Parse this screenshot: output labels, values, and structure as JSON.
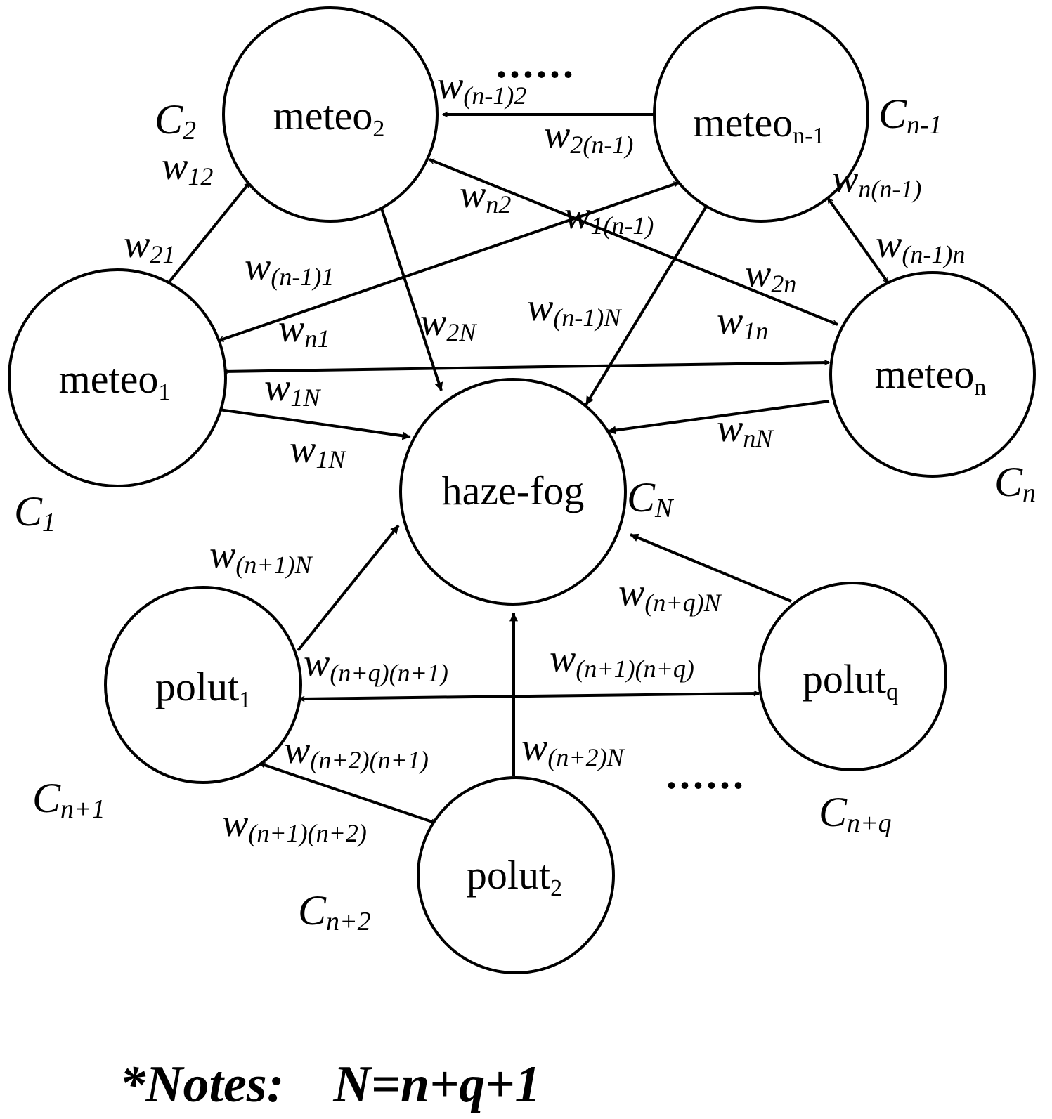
{
  "nodes": [
    {
      "id": "meteo1",
      "base": "meteo",
      "sub": "1"
    },
    {
      "id": "meteo2",
      "base": "meteo",
      "sub": "2"
    },
    {
      "id": "meteon1",
      "base": "meteo",
      "sub": "n-1"
    },
    {
      "id": "meteon",
      "base": "meteo",
      "sub": "n"
    },
    {
      "id": "hazefog",
      "base": "haze-fog",
      "sub": ""
    },
    {
      "id": "polut1",
      "base": "polut",
      "sub": "1"
    },
    {
      "id": "polut2",
      "base": "polut",
      "sub": "2"
    },
    {
      "id": "polutq",
      "base": "polut",
      "sub": "q"
    }
  ],
  "concepts": [
    {
      "node": "meteo1",
      "base": "C",
      "sub": "1"
    },
    {
      "node": "meteo2",
      "base": "C",
      "sub": "2"
    },
    {
      "node": "meteon1",
      "base": "C",
      "sub": "n-1"
    },
    {
      "node": "meteon",
      "base": "C",
      "sub": "n"
    },
    {
      "node": "hazefog",
      "base": "C",
      "sub": "N"
    },
    {
      "node": "polut1",
      "base": "C",
      "sub": "n+1"
    },
    {
      "node": "polut2",
      "base": "C",
      "sub": "n+2"
    },
    {
      "node": "polutq",
      "base": "C",
      "sub": "n+q"
    }
  ],
  "weights": [
    {
      "base": "w",
      "sub": "(n-1)2"
    },
    {
      "base": "w",
      "sub": "2(n-1)"
    },
    {
      "base": "w",
      "sub": "12"
    },
    {
      "base": "w",
      "sub": "21"
    },
    {
      "base": "w",
      "sub": "n2"
    },
    {
      "base": "w",
      "sub": "1(n-1)"
    },
    {
      "base": "w",
      "sub": "n(n-1)"
    },
    {
      "base": "w",
      "sub": "(n-1)n"
    },
    {
      "base": "w",
      "sub": "(n-1)1"
    },
    {
      "base": "w",
      "sub": "2n"
    },
    {
      "base": "w",
      "sub": "(n-1)N"
    },
    {
      "base": "w",
      "sub": "2N"
    },
    {
      "base": "w",
      "sub": "n1"
    },
    {
      "base": "w",
      "sub": "1n"
    },
    {
      "base": "w",
      "sub": "1N"
    },
    {
      "base": "w",
      "sub": "1N"
    },
    {
      "base": "w",
      "sub": "nN"
    },
    {
      "base": "w",
      "sub": "(n+1)N"
    },
    {
      "base": "w",
      "sub": "(n+q)N"
    },
    {
      "base": "w",
      "sub": "(n+q)(n+1)"
    },
    {
      "base": "w",
      "sub": "(n+1)(n+q)"
    },
    {
      "base": "w",
      "sub": "(n+2)(n+1)"
    },
    {
      "base": "w",
      "sub": "(n+2)N"
    },
    {
      "base": "w",
      "sub": "(n+1)(n+2)"
    }
  ],
  "ellipsis": [
    "......",
    "......"
  ],
  "note": {
    "prefix": "*Notes:",
    "formula": "N=n+q+1"
  }
}
